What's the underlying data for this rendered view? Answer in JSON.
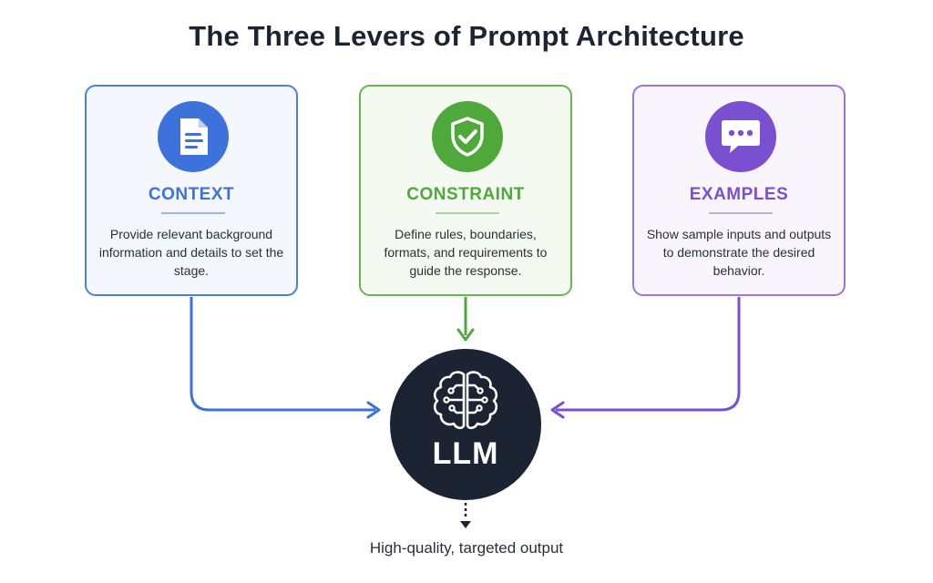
{
  "title": "The Three Levers of Prompt Architecture",
  "levers": [
    {
      "name": "CONTEXT",
      "icon": "document-icon",
      "color": "#3d72dd",
      "description": "Provide relevant background information and details to set the stage."
    },
    {
      "name": "CONSTRAINT",
      "icon": "shield-check-icon",
      "color": "#4fa83a",
      "description": "Define rules, boundaries, formats, and requirements to guide the response."
    },
    {
      "name": "EXAMPLES",
      "icon": "chat-bubble-icon",
      "color": "#7a4fd0",
      "description": "Show sample inputs and outputs to demonstrate the desired behavior."
    }
  ],
  "center": {
    "label": "LLM",
    "icon": "brain-circuit-icon",
    "color": "#1c2433"
  },
  "output": "High-quality, targeted output"
}
